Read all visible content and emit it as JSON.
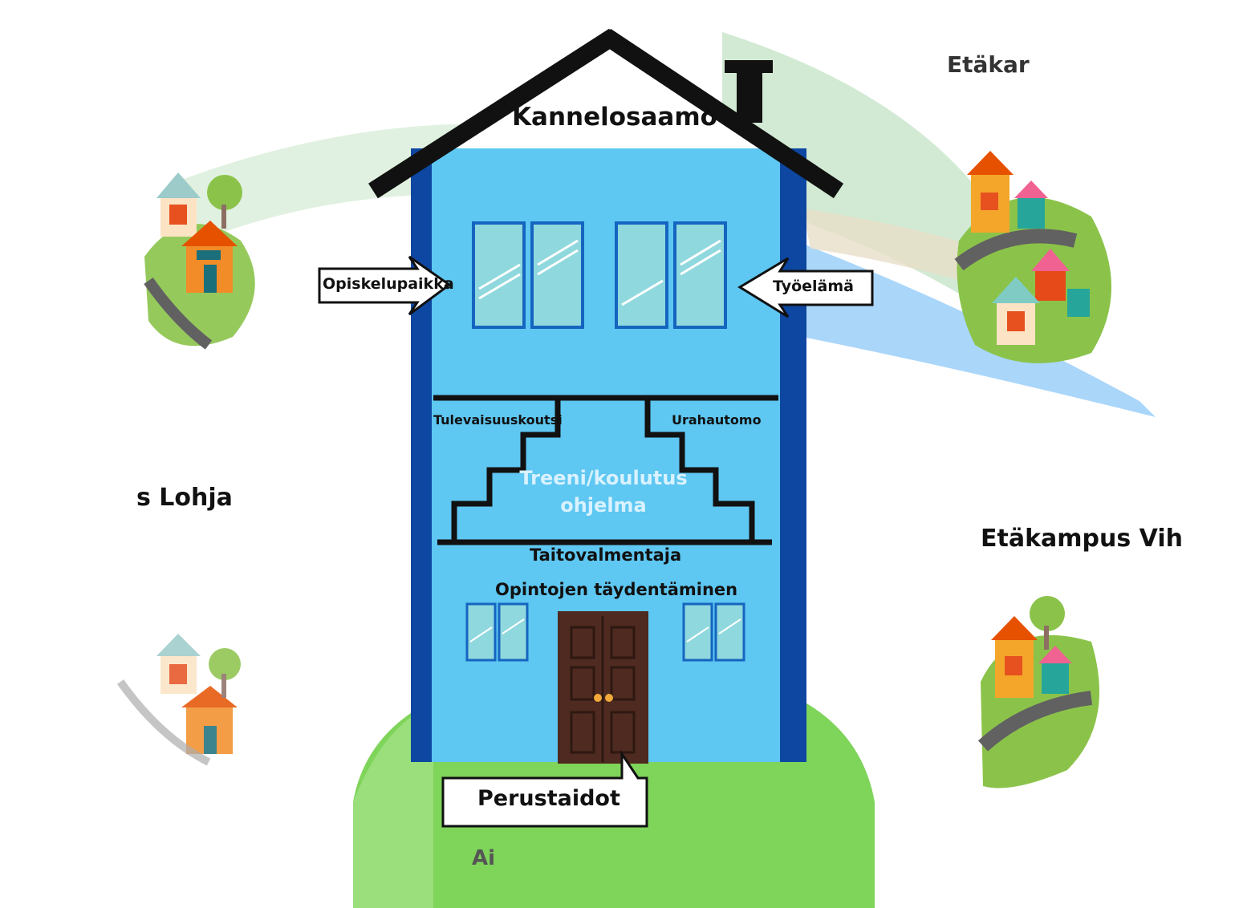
{
  "roof_title": "Kannelosaamo",
  "arrows": {
    "left": "Opiskelupaikka",
    "right": "Työelämä"
  },
  "stairs": {
    "left_top": "Tulevaisuuskoutsi",
    "right_top": "Urahautomo",
    "center": [
      "Treeni/koulutus",
      "ohjelma"
    ],
    "base": "Taitovalmentaja"
  },
  "ground_floor": "Opintojen täydentäminen",
  "door_callout": "Perustaidot",
  "campuses": {
    "top_right": "Etäkar",
    "left": "s Lohja",
    "right": "Etäkampus Vih",
    "bottom": "Ai"
  },
  "colors": {
    "house_fill": "#5ec7f2",
    "house_side": "#0d47a1",
    "window_fill": "#8fd8de",
    "window_frame": "#1565c0",
    "door": "#4e2a20",
    "grass": "#7fd45a",
    "roof": "#111111"
  }
}
